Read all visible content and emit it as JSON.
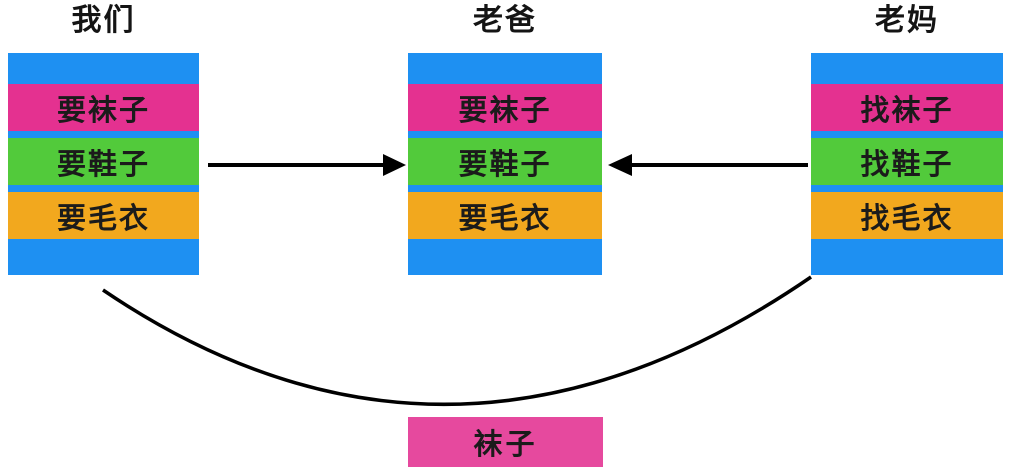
{
  "diagram": {
    "columns": [
      {
        "id": "we",
        "title": "我们",
        "bars": [
          "要袜子",
          "要鞋子",
          "要毛衣"
        ]
      },
      {
        "id": "dad",
        "title": "老爸",
        "bars": [
          "要袜子",
          "要鞋子",
          "要毛衣"
        ]
      },
      {
        "id": "mom",
        "title": "老妈",
        "bars": [
          "找袜子",
          "找鞋子",
          "找毛衣"
        ]
      }
    ],
    "arrows": [
      {
        "from": "我们",
        "to": "老爸",
        "direction": "right"
      },
      {
        "from": "老妈",
        "to": "老爸",
        "direction": "left"
      }
    ],
    "curve": {
      "from": "我们",
      "to": "老妈",
      "shape": "arc-below"
    },
    "bottom_box": {
      "label": "袜子"
    },
    "colors": {
      "blue": "#1e90f2",
      "pink": "#e43190",
      "green": "#52ca3b",
      "orange": "#f2a81e",
      "box-pink": "#e6499e",
      "line": "#000000"
    }
  }
}
